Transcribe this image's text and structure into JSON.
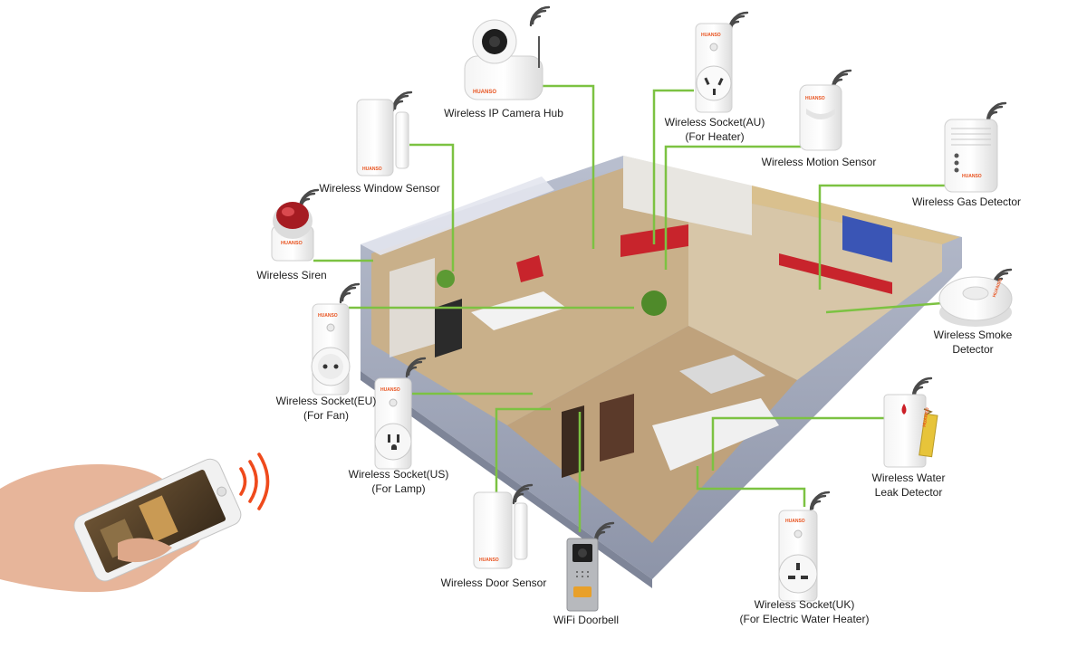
{
  "brand": "HUANSO",
  "colors": {
    "connector": "#7cc242",
    "wifi": "#4a4a4a",
    "signal": "#ef4a1c",
    "accent": "#cc1f27"
  },
  "devices": [
    {
      "id": "camera",
      "lines": [
        "Wireless IP Camera Hub"
      ]
    },
    {
      "id": "socket-au",
      "lines": [
        "Wireless Socket(AU)",
        "(For Heater)"
      ]
    },
    {
      "id": "motion",
      "lines": [
        "Wireless Motion Sensor"
      ]
    },
    {
      "id": "gas",
      "lines": [
        "Wireless Gas Detector"
      ]
    },
    {
      "id": "window",
      "lines": [
        "Wireless Window Sensor"
      ]
    },
    {
      "id": "siren",
      "lines": [
        "Wireless Siren"
      ]
    },
    {
      "id": "socket-eu",
      "lines": [
        "Wireless Socket(EU)",
        "(For Fan)"
      ]
    },
    {
      "id": "smoke",
      "lines": [
        "Wireless Smoke",
        "Detector"
      ]
    },
    {
      "id": "socket-us",
      "lines": [
        "Wireless Socket(US)",
        "(For Lamp)"
      ]
    },
    {
      "id": "water",
      "lines": [
        "Wireless Water",
        "Leak Detector"
      ]
    },
    {
      "id": "door",
      "lines": [
        "Wireless Door Sensor"
      ]
    },
    {
      "id": "doorbell",
      "lines": [
        "WiFi Doorbell"
      ]
    },
    {
      "id": "socket-uk",
      "lines": [
        "Wireless Socket(UK)",
        "(For Electric Water Heater)"
      ]
    }
  ]
}
